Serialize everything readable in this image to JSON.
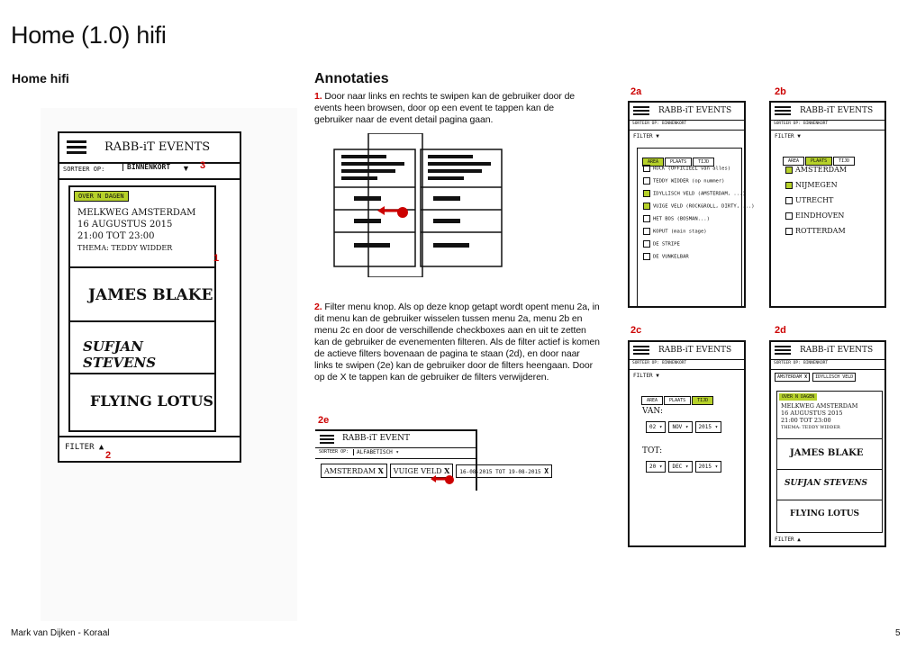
{
  "page": {
    "title": "Home (1.0) hifi",
    "subtitle": "Home hifi",
    "annotations_heading": "Annotaties",
    "footer_author": "Mark van Dijken - Koraal",
    "page_number": "5"
  },
  "annotations": {
    "a1_num": "1.",
    "a1_text": "Door naar links en rechts te swipen kan de gebruiker door de events heen browsen, door op een event te tappen kan de gebruiker naar de event detail pagina gaan.",
    "a2_num": "2.",
    "a2_text": "Filter menu knop. Als op deze knop getapt wordt opent menu 2a, in dit menu kan de gebruiker wisselen tussen menu 2a, menu 2b en menu 2c en door de verschillende checkboxes aan en uit te zetten kan de gebruiker de evenementen filteren. Als de filter actief is komen de actieve filters bovenaan de pagina te staan (2d), en door naar links te swipen (2e) kan de gebruiker door de filters heengaan. Door op de X te tappen kan de gebruiker de filters verwijderen."
  },
  "labels": {
    "l2a": "2a",
    "l2b": "2b",
    "l2c": "2c",
    "l2d": "2d",
    "l2e": "2e",
    "m1": "1",
    "m2": "2",
    "m3": "3"
  },
  "sketch": {
    "app_title": "RABB-iT EVENTS",
    "sort_label": "SORTEER OP:",
    "sort_value": "BINNENKORT",
    "tag": "OVER N DAGEN",
    "event_line1": "MELKWEG AMSTERDAM",
    "event_line2": "16 AUGUSTUS 2015",
    "event_line3": "21:00 TOT 23:00",
    "event_line4": "THEMA: TEDDY WIDDER",
    "artist1": "JAMES BLAKE",
    "artist2": "SUFJAN STEVENS",
    "artist3": "FLYING LOTUS",
    "filter_label": "FILTER ▲"
  },
  "menu2a": {
    "filter": "FILTER ▼",
    "tabs": [
      "AREA",
      "PLAATS",
      "TIJD"
    ],
    "items": [
      {
        "label": "ROCK (OFFICIEEL van alles)",
        "checked": false
      },
      {
        "label": "TEDDY WIDDER (op nummer)",
        "checked": false
      },
      {
        "label": "IDYLLISCH VELD (AMSTERDAM, ...)",
        "checked": true
      },
      {
        "label": "VUIGE VELD (ROCK&ROLL, DIRTY, ...)",
        "checked": true
      },
      {
        "label": "HET BOS (BOSMAN...)",
        "checked": false
      },
      {
        "label": "KOPUT (main stage)",
        "checked": false
      },
      {
        "label": "DE STRIPE",
        "checked": false
      },
      {
        "label": "DE VUNKELBAR",
        "checked": false
      }
    ]
  },
  "menu2b": {
    "items": [
      {
        "label": "AMSTERDAM",
        "checked": true
      },
      {
        "label": "NIJMEGEN",
        "checked": true
      },
      {
        "label": "UTRECHT",
        "checked": false
      },
      {
        "label": "EINDHOVEN",
        "checked": false
      },
      {
        "label": "ROTTERDAM",
        "checked": false
      }
    ]
  },
  "menu2c": {
    "van": "VAN:",
    "tot": "TOT:",
    "van_day": "02 ▾",
    "van_month": "NOV ▾",
    "van_year": "2015 ▾",
    "tot_day": "20 ▾",
    "tot_month": "DEC ▾",
    "tot_year": "2015 ▾"
  },
  "menu2e": {
    "title": "RABB-iT EVENT",
    "sort_value": "ALFABETISCH ▾",
    "chip1": "AMSTERDAM",
    "chip2": "VUIGE VELD",
    "chip3": "16-08-2015 TOT 19-08-2015",
    "x": "X"
  },
  "menu2d": {
    "chip1": "AMSTERDAM",
    "chip2": "IDYLLISCH VELD"
  }
}
